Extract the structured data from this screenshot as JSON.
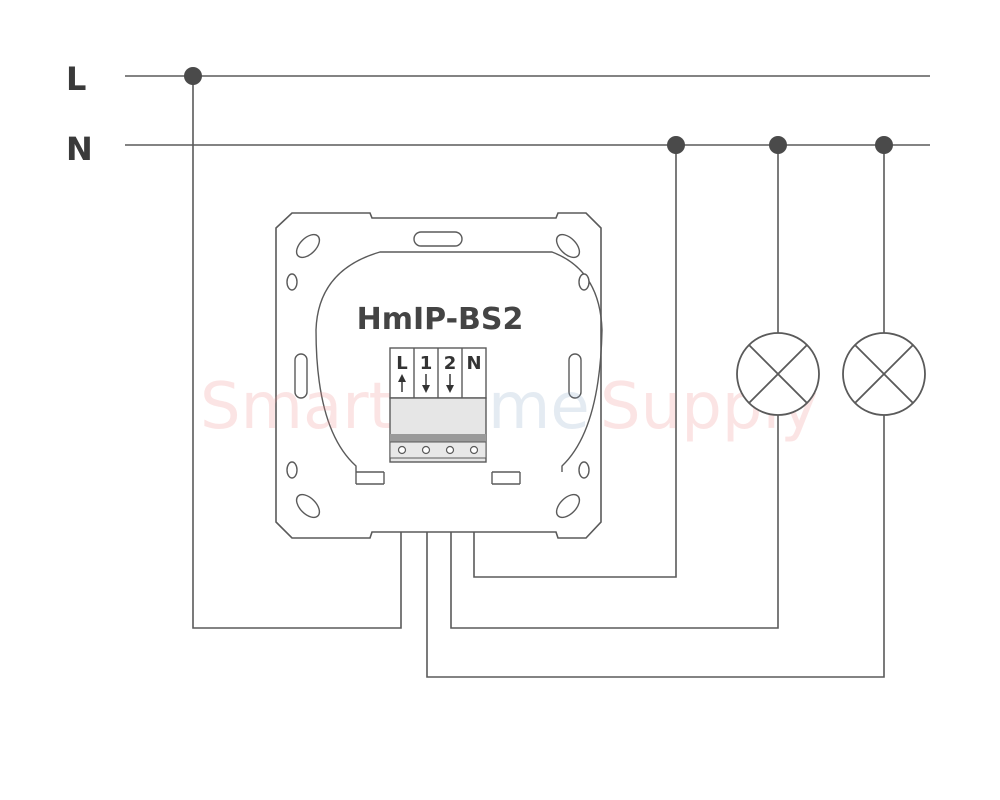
{
  "rails": {
    "live_label": "L",
    "neutral_label": "N"
  },
  "device": {
    "title": "HmIP-BS2",
    "terminals": [
      "L",
      "1",
      "2",
      "N"
    ],
    "terminal_arrows": [
      "up",
      "down",
      "down",
      "none"
    ]
  },
  "loads": {
    "count": 2,
    "symbol": "lamp"
  },
  "watermark": {
    "part1": "SmartH",
    "part2": "me",
    "part3": "Supply"
  },
  "colors": {
    "wire": "#5a5a5a",
    "junction": "#4a4a4a",
    "watermark_primary": "#f08a8a",
    "watermark_secondary": "#8aa6c8"
  }
}
